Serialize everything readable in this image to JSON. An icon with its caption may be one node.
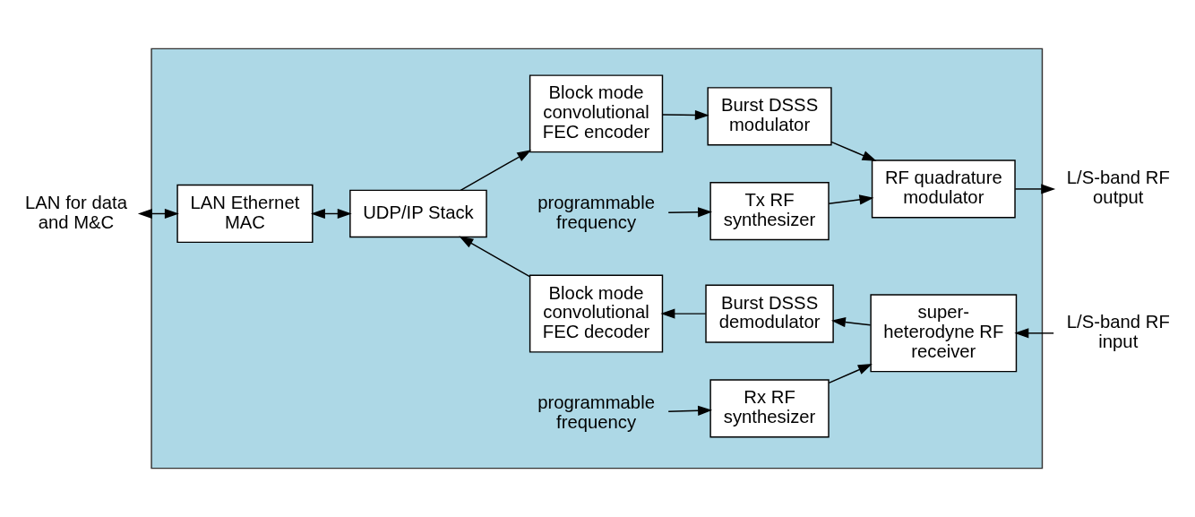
{
  "diagram": {
    "nodes": [
      {
        "text": [],
        "shape": "box"
      },
      {
        "text": [
          "LAN for data and M&C"
        ]
      },
      {
        "text": [
          "LAN Ethernet MAC"
        ],
        "in": 0
      },
      {
        "text": [
          "UDP/IP Stack"
        ],
        "in": 0
      },
      {
        "text": [
          "Block mode convolutional FEC encoder"
        ],
        "in": 0
      },
      {
        "text": [
          "Burst DSSS modulator"
        ],
        "in": 0
      },
      {
        "text": [
          "RF quadrature modulator"
        ],
        "in": 0
      },
      {
        "text": [
          "L/S-band RF output"
        ]
      },
      {
        "text": [
          "programmable frequency"
        ],
        "in": 0
      },
      {
        "text": [
          "Tx RF synthesizer"
        ],
        "in": 0
      },
      {
        "text": [
          "Block mode convolutional FEC decoder"
        ],
        "in": 0
      },
      {
        "text": [
          "Burst DSSS demodulator"
        ],
        "in": 0
      },
      {
        "text": [
          "super-heterodyne RF receiver"
        ],
        "in": 0
      },
      {
        "text": [
          "L/S-band RF input"
        ]
      },
      {
        "text": [
          "programmable frequency"
        ],
        "in": 0
      },
      {
        "text": [
          "Rx RF synthesizer"
        ],
        "in": 0
      }
    ],
    "edges": [
      {
        "from": 1,
        "to": 2,
        "arrow": "both"
      },
      {
        "from": 2,
        "to": 3,
        "arrow": "both"
      },
      {
        "from": 3,
        "to": 4,
        "arrow": "to"
      },
      {
        "from": 10,
        "to": 3,
        "arrow": "to"
      },
      {
        "from": 4,
        "to": 5,
        "arrow": "to"
      },
      {
        "from": 5,
        "to": 6,
        "arrow": "to"
      },
      {
        "from": 6,
        "to": 7,
        "arrow": "to"
      },
      {
        "from": 8,
        "to": 9,
        "arrow": "to"
      },
      {
        "from": 9,
        "to": 6,
        "arrow": "to"
      },
      {
        "from": 13,
        "to": 12,
        "arrow": "to"
      },
      {
        "from": 12,
        "to": 11,
        "arrow": "to"
      },
      {
        "from": 11,
        "to": 10,
        "arrow": "to"
      },
      {
        "from": 14,
        "to": 15,
        "arrow": "to"
      },
      {
        "from": 15,
        "to": 12,
        "arrow": "to"
      }
    ]
  }
}
